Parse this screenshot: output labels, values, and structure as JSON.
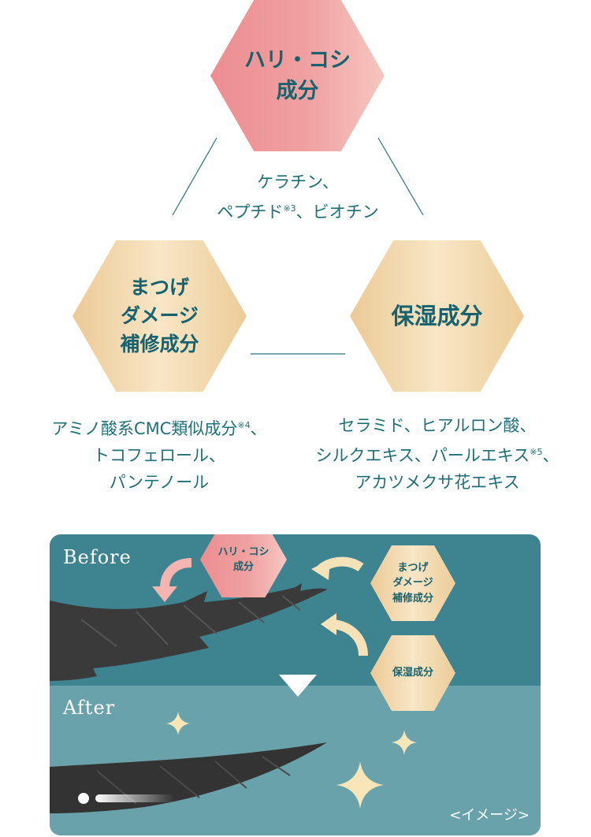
{
  "hexagons": {
    "top": "ハリ・コシ\n成分",
    "left": "まつげ\nダメージ\n補修成分",
    "right": "保湿成分"
  },
  "ingredients": {
    "top": {
      "line1": "ケラチン、",
      "line2_main": "ペプチド",
      "line2_note": "※3",
      "line2_rest": "、ビオチン"
    },
    "left": {
      "line1_main": "アミノ酸系CMC類似成分",
      "line1_note": "※4",
      "line1_rest": "、",
      "line2": "トコフェロール、",
      "line3": "パンテノール"
    },
    "right": {
      "line1": "セラミド、ヒアルロン酸、",
      "line2_main": "シルクエキス、パールエキス",
      "line2_note": "※5",
      "line2_rest": "、",
      "line3": "アカツメクサ花エキス"
    }
  },
  "illustration": {
    "before_label": "Before",
    "after_label": "After",
    "badges": {
      "pink": "ハリ・コシ\n成分",
      "damage": "まつげ\nダメージ\n補修成分",
      "moist": "保湿成分"
    },
    "image_note": "<イメージ>"
  },
  "colors": {
    "teal_text": "#1f6e78",
    "pink": "#f0a0a0",
    "gold": "#f3dcb2",
    "panel_before": "#3e8390",
    "panel_after": "#6aa2ab"
  }
}
